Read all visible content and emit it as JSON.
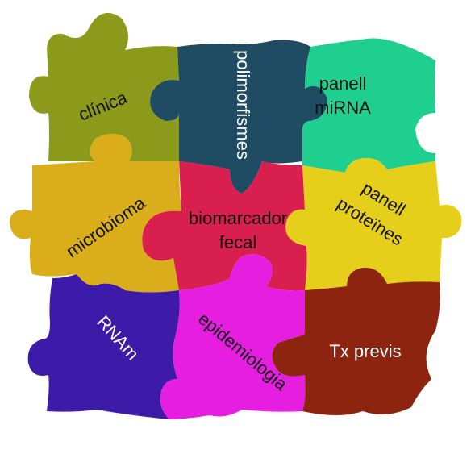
{
  "pieces": {
    "clinica": {
      "label": "clínica",
      "color": "#8c9a1b"
    },
    "polimorfismes": {
      "label": "polimorfismes",
      "color": "#1f4b63"
    },
    "panell_mirna": {
      "label_line1": "panell",
      "label_line2": "miRNA",
      "color": "#1ecf8f"
    },
    "microbioma": {
      "label": "microbioma",
      "color": "#d9ae1a"
    },
    "biomarcador_fecal": {
      "label_line1": "biomarcador",
      "label_line2": "fecal",
      "color": "#d81f4e"
    },
    "panell_proteines": {
      "label_line1": "panell",
      "label_line2": "proteïnes",
      "color": "#e6cf1a"
    },
    "rnam": {
      "label": "RNAm",
      "color": "#3d1aa8"
    },
    "epidemiologia": {
      "label": "epidemiologia",
      "color": "#e51ee0"
    },
    "tx_previs": {
      "label": "Tx previs",
      "color": "#8c2410"
    }
  }
}
